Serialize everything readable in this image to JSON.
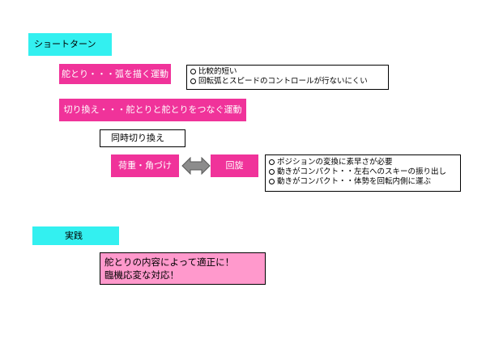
{
  "sections": {
    "short_turn": "ショートターン",
    "practice": "実践"
  },
  "boxes": {
    "steering_arc": "舵とり・・・弧を描く運動",
    "edge_change": "切り換え・・・舵とりと舵とりをつなぐ運動",
    "simultaneous_change": "同時切り換え",
    "weighting_edging": "荷重・角づけ",
    "rotation": "回旋"
  },
  "notes": {
    "steering": [
      "比較的短い",
      "回転弧とスピードのコントロールが行ないにくい"
    ],
    "rotation": [
      "ポジションの変換に素早さが必要",
      "動きがコンパクト・・左右へのスキーの振り出し",
      "動きがコンパクト・・体勢を回転内側に運ぶ"
    ]
  },
  "conclusion": {
    "line1": "舵とりの内容によって適正に！",
    "line2": "臨機応変な対応！"
  },
  "colors": {
    "cyan": "#33f0f0",
    "pink": "#f0339a",
    "light_pink": "#ff99cc",
    "arrow_gray": "#8c8c8c"
  },
  "icons": {
    "bullet": "circle-bullet-icon",
    "arrow": "double-arrow-icon"
  }
}
